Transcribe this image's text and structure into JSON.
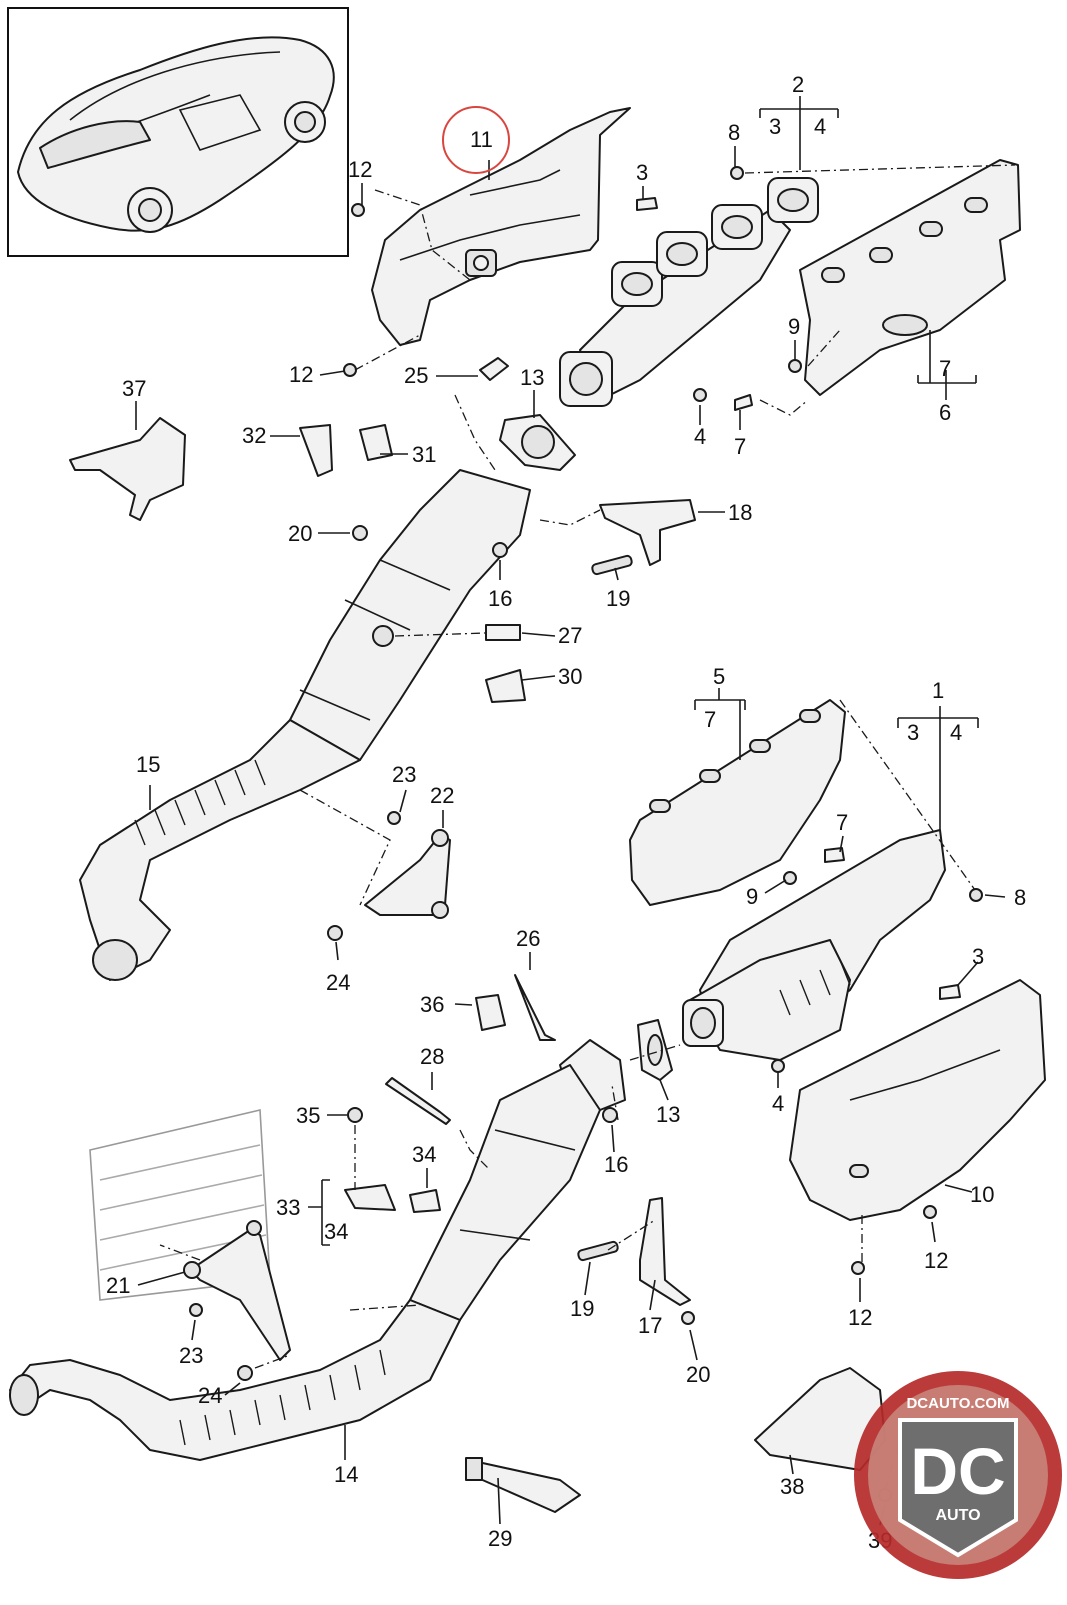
{
  "diagram": {
    "callouts": {
      "c1": "1",
      "c2": "2",
      "c3a": "3",
      "c4a": "4",
      "c3b": "3",
      "c4b": "4",
      "c3c": "3",
      "c3d": "3",
      "c4c": "4",
      "c4d": "4",
      "c5": "5",
      "c6": "6",
      "c7a": "7",
      "c7b": "7",
      "c7c": "7",
      "c7d": "7",
      "c8a": "8",
      "c8b": "8",
      "c9a": "9",
      "c9b": "9",
      "c10": "10",
      "c11": "11",
      "c12a": "12",
      "c12b": "12",
      "c12c": "12",
      "c12d": "12",
      "c13a": "13",
      "c13b": "13",
      "c14": "14",
      "c15": "15",
      "c16a": "16",
      "c16b": "16",
      "c17": "17",
      "c18": "18",
      "c19a": "19",
      "c19b": "19",
      "c20a": "20",
      "c20b": "20",
      "c21": "21",
      "c22": "22",
      "c23a": "23",
      "c23b": "23",
      "c24a": "24",
      "c24b": "24",
      "c25": "25",
      "c26": "26",
      "c27": "27",
      "c28": "28",
      "c29": "29",
      "c30": "30",
      "c31": "31",
      "c32": "32",
      "c33": "33",
      "c34a": "34",
      "c34b": "34",
      "c35": "35",
      "c36": "36",
      "c37": "37",
      "c38": "38",
      "c39": "39"
    },
    "highlight_color": "#d9463f"
  },
  "watermark": {
    "site": "DCAUTO.COM",
    "logo": "DC",
    "sub": "AUTO",
    "colors": {
      "ring": "#b52a2a",
      "badge": "#6e6e6e"
    }
  }
}
